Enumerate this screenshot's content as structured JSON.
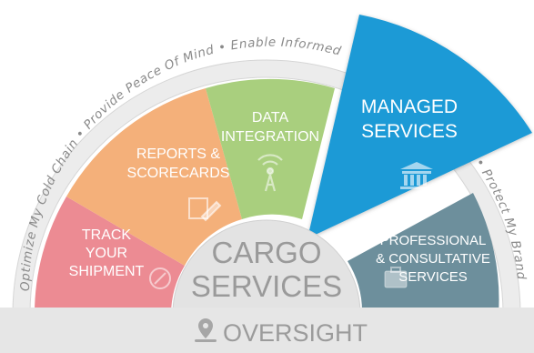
{
  "ring_text": {
    "left": "Optimize My Cold Chain • Provide Peace Of Mind • Enable Informed",
    "right": "• Protect My Brand"
  },
  "segments": {
    "track": {
      "lines": [
        "TRACK",
        "YOUR",
        "SHIPMENT"
      ],
      "icon": "compass-icon",
      "color": "#ec8b93"
    },
    "reports": {
      "lines": [
        "REPORTS &",
        "SCORECARDS"
      ],
      "icon": "edit-icon",
      "color": "#f4b07a"
    },
    "data": {
      "lines": [
        "DATA",
        "INTEGRATION"
      ],
      "icon": "broadcast-antenna-icon",
      "color": "#a9cf7e"
    },
    "managed": {
      "lines": [
        "MANAGED",
        "SERVICES"
      ],
      "icon": "bank-icon",
      "color": "#1c9ad6"
    },
    "professional": {
      "lines": [
        "PROFESSIONAL",
        "& CONSULTATIVE",
        "SERVICES"
      ],
      "icon": "briefcase-icon",
      "color": "#6d8f9c"
    }
  },
  "center": {
    "line1": "CARGO",
    "line2": "SERVICES"
  },
  "footer": {
    "label": "OVERSIGHT",
    "icon": "location-pin-icon"
  }
}
